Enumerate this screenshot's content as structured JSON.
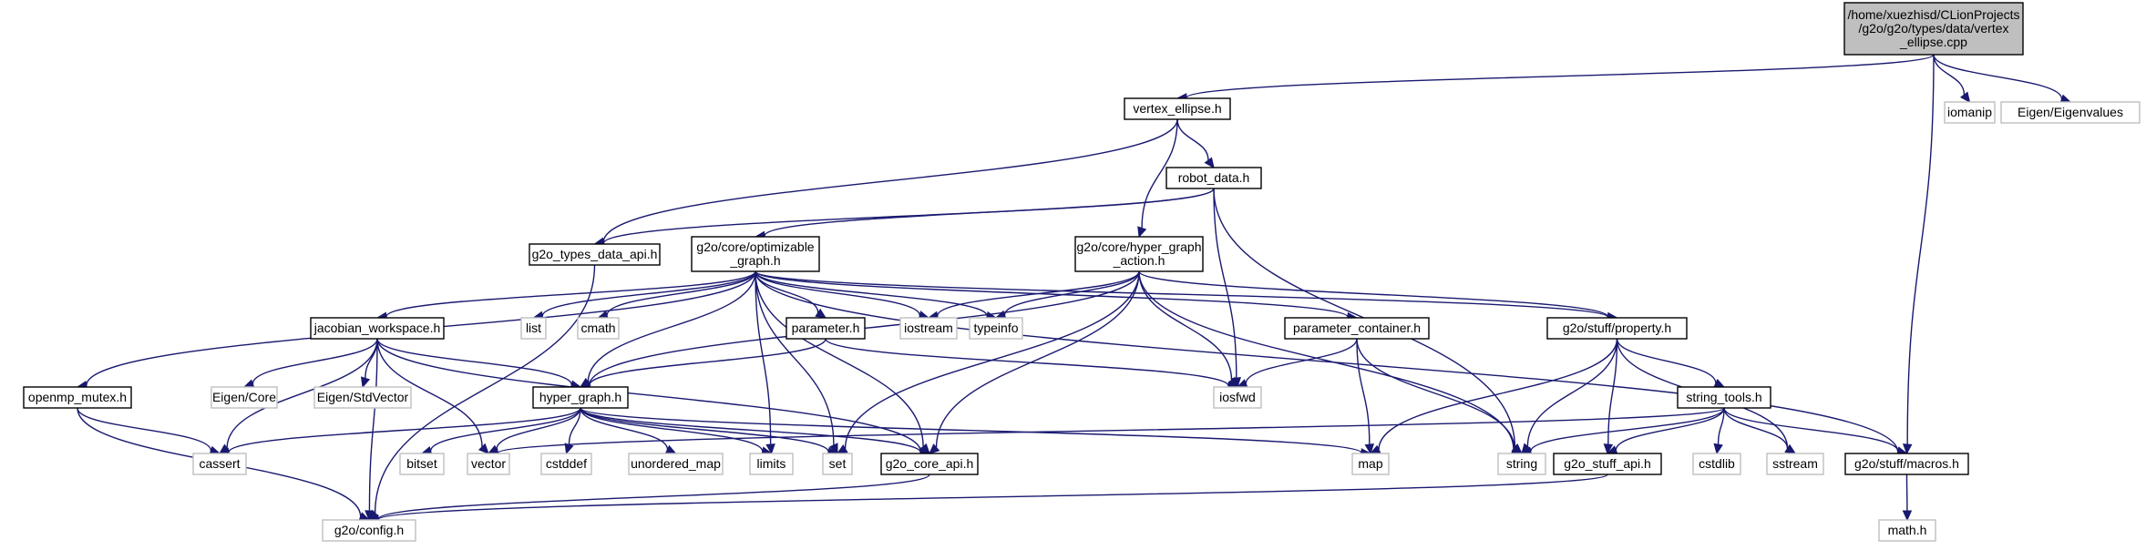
{
  "diagram": {
    "nodes": [
      {
        "id": "root",
        "lines": [
          "/home/xuezhisd/CLionProjects",
          "/g2o/g2o/types/data/vertex",
          "_ellipse.cpp"
        ],
        "kind": "root"
      },
      {
        "id": "iomanip",
        "lines": [
          "iomanip"
        ],
        "kind": "ext"
      },
      {
        "id": "eigenvalues",
        "lines": [
          "Eigen/Eigenvalues"
        ],
        "kind": "ext"
      },
      {
        "id": "vertex_ellipse",
        "lines": [
          "vertex_ellipse.h"
        ],
        "kind": "main"
      },
      {
        "id": "robot_data",
        "lines": [
          "robot_data.h"
        ],
        "kind": "main"
      },
      {
        "id": "types_data_api",
        "lines": [
          "g2o_types_data_api.h"
        ],
        "kind": "main"
      },
      {
        "id": "optimizable_graph",
        "lines": [
          "g2o/core/optimizable",
          "_graph.h"
        ],
        "kind": "main"
      },
      {
        "id": "hyper_graph_action",
        "lines": [
          "g2o/core/hyper_graph",
          "_action.h"
        ],
        "kind": "main"
      },
      {
        "id": "jacobian_workspace",
        "lines": [
          "jacobian_workspace.h"
        ],
        "kind": "main"
      },
      {
        "id": "list",
        "lines": [
          "list"
        ],
        "kind": "ext"
      },
      {
        "id": "cmath",
        "lines": [
          "cmath"
        ],
        "kind": "ext"
      },
      {
        "id": "parameter",
        "lines": [
          "parameter.h"
        ],
        "kind": "main"
      },
      {
        "id": "iostream",
        "lines": [
          "iostream"
        ],
        "kind": "ext"
      },
      {
        "id": "typeinfo",
        "lines": [
          "typeinfo"
        ],
        "kind": "ext"
      },
      {
        "id": "parameter_container",
        "lines": [
          "parameter_container.h"
        ],
        "kind": "main"
      },
      {
        "id": "property",
        "lines": [
          "g2o/stuff/property.h"
        ],
        "kind": "main"
      },
      {
        "id": "openmp_mutex",
        "lines": [
          "openmp_mutex.h"
        ],
        "kind": "main"
      },
      {
        "id": "eigen_core",
        "lines": [
          "Eigen/Core"
        ],
        "kind": "ext"
      },
      {
        "id": "eigen_stdvector",
        "lines": [
          "Eigen/StdVector"
        ],
        "kind": "ext"
      },
      {
        "id": "hyper_graph",
        "lines": [
          "hyper_graph.h"
        ],
        "kind": "main"
      },
      {
        "id": "iosfwd",
        "lines": [
          "iosfwd"
        ],
        "kind": "ext"
      },
      {
        "id": "string_tools",
        "lines": [
          "string_tools.h"
        ],
        "kind": "main"
      },
      {
        "id": "cassert",
        "lines": [
          "cassert"
        ],
        "kind": "ext"
      },
      {
        "id": "bitset",
        "lines": [
          "bitset"
        ],
        "kind": "ext"
      },
      {
        "id": "vector",
        "lines": [
          "vector"
        ],
        "kind": "ext"
      },
      {
        "id": "cstddef",
        "lines": [
          "cstddef"
        ],
        "kind": "ext"
      },
      {
        "id": "unordered_map",
        "lines": [
          "unordered_map"
        ],
        "kind": "ext"
      },
      {
        "id": "limits",
        "lines": [
          "limits"
        ],
        "kind": "ext"
      },
      {
        "id": "set",
        "lines": [
          "set"
        ],
        "kind": "ext"
      },
      {
        "id": "core_api",
        "lines": [
          "g2o_core_api.h"
        ],
        "kind": "main"
      },
      {
        "id": "map",
        "lines": [
          "map"
        ],
        "kind": "ext"
      },
      {
        "id": "string",
        "lines": [
          "string"
        ],
        "kind": "ext"
      },
      {
        "id": "stuff_api",
        "lines": [
          "g2o_stuff_api.h"
        ],
        "kind": "main"
      },
      {
        "id": "cstdlib",
        "lines": [
          "cstdlib"
        ],
        "kind": "ext"
      },
      {
        "id": "sstream",
        "lines": [
          "sstream"
        ],
        "kind": "ext"
      },
      {
        "id": "macros",
        "lines": [
          "g2o/stuff/macros.h"
        ],
        "kind": "main"
      },
      {
        "id": "config",
        "lines": [
          "g2o/config.h"
        ],
        "kind": "ext"
      },
      {
        "id": "math",
        "lines": [
          "math.h"
        ],
        "kind": "ext"
      }
    ],
    "edges": [
      [
        "root",
        "vertex_ellipse"
      ],
      [
        "root",
        "iomanip"
      ],
      [
        "root",
        "eigenvalues"
      ],
      [
        "root",
        "macros"
      ],
      [
        "vertex_ellipse",
        "robot_data"
      ],
      [
        "vertex_ellipse",
        "types_data_api"
      ],
      [
        "vertex_ellipse",
        "hyper_graph_action"
      ],
      [
        "robot_data",
        "types_data_api"
      ],
      [
        "robot_data",
        "optimizable_graph"
      ],
      [
        "robot_data",
        "iosfwd"
      ],
      [
        "robot_data",
        "string"
      ],
      [
        "types_data_api",
        "config"
      ],
      [
        "optimizable_graph",
        "openmp_mutex"
      ],
      [
        "optimizable_graph",
        "jacobian_workspace"
      ],
      [
        "optimizable_graph",
        "list"
      ],
      [
        "optimizable_graph",
        "cmath"
      ],
      [
        "optimizable_graph",
        "hyper_graph"
      ],
      [
        "optimizable_graph",
        "parameter"
      ],
      [
        "optimizable_graph",
        "iostream"
      ],
      [
        "optimizable_graph",
        "typeinfo"
      ],
      [
        "optimizable_graph",
        "parameter_container"
      ],
      [
        "optimizable_graph",
        "limits"
      ],
      [
        "optimizable_graph",
        "set"
      ],
      [
        "optimizable_graph",
        "core_api"
      ],
      [
        "optimizable_graph",
        "property"
      ],
      [
        "optimizable_graph",
        "macros"
      ],
      [
        "hyper_graph_action",
        "iostream"
      ],
      [
        "hyper_graph_action",
        "typeinfo"
      ],
      [
        "hyper_graph_action",
        "hyper_graph"
      ],
      [
        "hyper_graph_action",
        "iosfwd"
      ],
      [
        "hyper_graph_action",
        "set"
      ],
      [
        "hyper_graph_action",
        "core_api"
      ],
      [
        "hyper_graph_action",
        "string"
      ],
      [
        "hyper_graph_action",
        "property"
      ],
      [
        "jacobian_workspace",
        "cassert"
      ],
      [
        "jacobian_workspace",
        "eigen_core"
      ],
      [
        "jacobian_workspace",
        "eigen_stdvector"
      ],
      [
        "jacobian_workspace",
        "hyper_graph"
      ],
      [
        "jacobian_workspace",
        "vector"
      ],
      [
        "jacobian_workspace",
        "config"
      ],
      [
        "jacobian_workspace",
        "core_api"
      ],
      [
        "parameter",
        "hyper_graph"
      ],
      [
        "parameter",
        "iosfwd"
      ],
      [
        "parameter_container",
        "iosfwd"
      ],
      [
        "parameter_container",
        "map"
      ],
      [
        "parameter_container",
        "string"
      ],
      [
        "property",
        "string_tools"
      ],
      [
        "property",
        "map"
      ],
      [
        "property",
        "string"
      ],
      [
        "property",
        "stuff_api"
      ],
      [
        "property",
        "sstream"
      ],
      [
        "openmp_mutex",
        "cassert"
      ],
      [
        "openmp_mutex",
        "config"
      ],
      [
        "hyper_graph",
        "cassert"
      ],
      [
        "hyper_graph",
        "bitset"
      ],
      [
        "hyper_graph",
        "vector"
      ],
      [
        "hyper_graph",
        "cstddef"
      ],
      [
        "hyper_graph",
        "unordered_map"
      ],
      [
        "hyper_graph",
        "limits"
      ],
      [
        "hyper_graph",
        "set"
      ],
      [
        "hyper_graph",
        "core_api"
      ],
      [
        "hyper_graph",
        "map"
      ],
      [
        "string_tools",
        "vector"
      ],
      [
        "string_tools",
        "string"
      ],
      [
        "string_tools",
        "stuff_api"
      ],
      [
        "string_tools",
        "cstdlib"
      ],
      [
        "string_tools",
        "sstream"
      ],
      [
        "string_tools",
        "macros"
      ],
      [
        "core_api",
        "config"
      ],
      [
        "stuff_api",
        "config"
      ],
      [
        "macros",
        "math"
      ]
    ]
  }
}
